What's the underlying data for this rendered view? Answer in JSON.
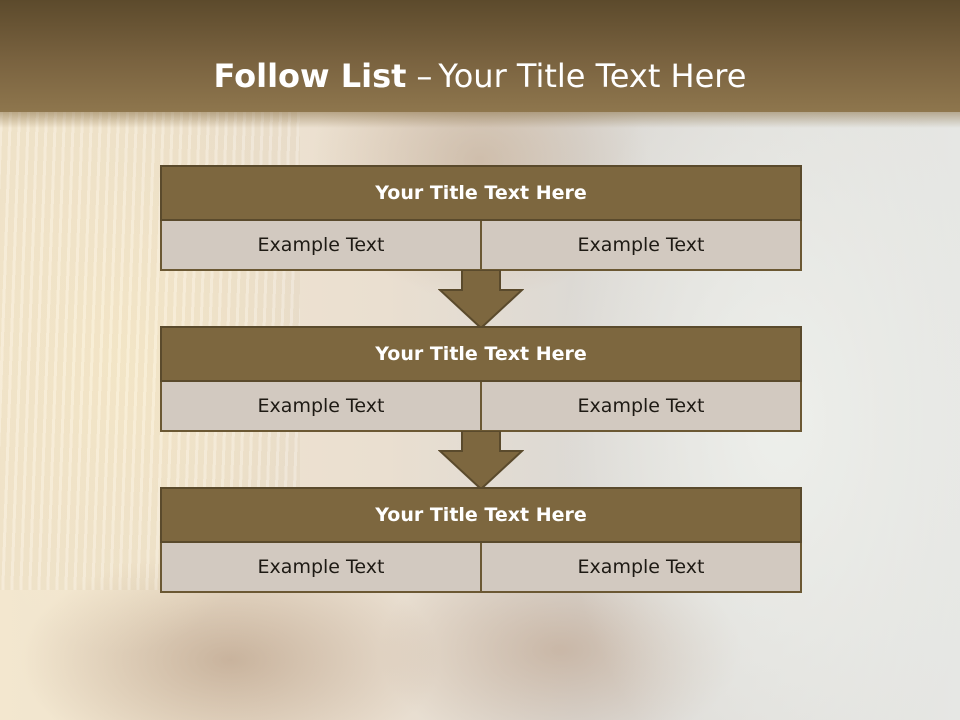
{
  "slide": {
    "title_bold": "Follow List",
    "title_sep": "–",
    "title_rest": "Your Title Text Here"
  },
  "steps": [
    {
      "title": "Your Title Text Here",
      "left": "Example Text",
      "right": "Example Text"
    },
    {
      "title": "Your Title Text Here",
      "left": "Example Text",
      "right": "Example Text"
    },
    {
      "title": "Your Title Text Here",
      "left": "Example Text",
      "right": "Example Text"
    }
  ],
  "colors": {
    "header": "#7a6340",
    "block_title": "#7d673f",
    "block_cell": "#d2c9c0",
    "arrow": "#7d673f"
  }
}
